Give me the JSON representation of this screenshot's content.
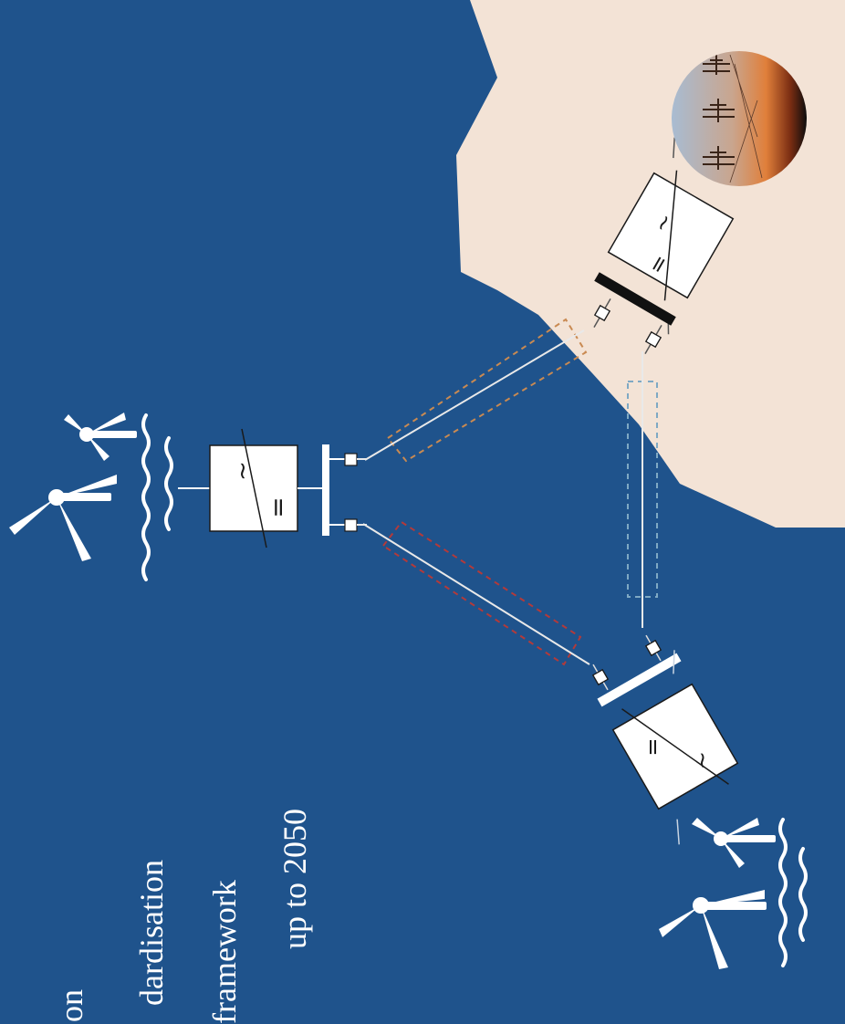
{
  "colors": {
    "sea": "#1f538c",
    "land": "#f3e3d6",
    "white": "#ffffff",
    "dark": "#1a1a1a",
    "cable_orange": "#c98a52",
    "cable_red": "#b33a3a",
    "cable_lightblue": "#7fa9c4"
  },
  "text_lines": [
    "on",
    "dardisation",
    "framework",
    "up to 2050"
  ],
  "symbols": {
    "ac": "~",
    "dc": "="
  },
  "icons": [
    "wind-turbine-icon",
    "waves-icon",
    "converter-icon",
    "transmission-tower-photo"
  ]
}
